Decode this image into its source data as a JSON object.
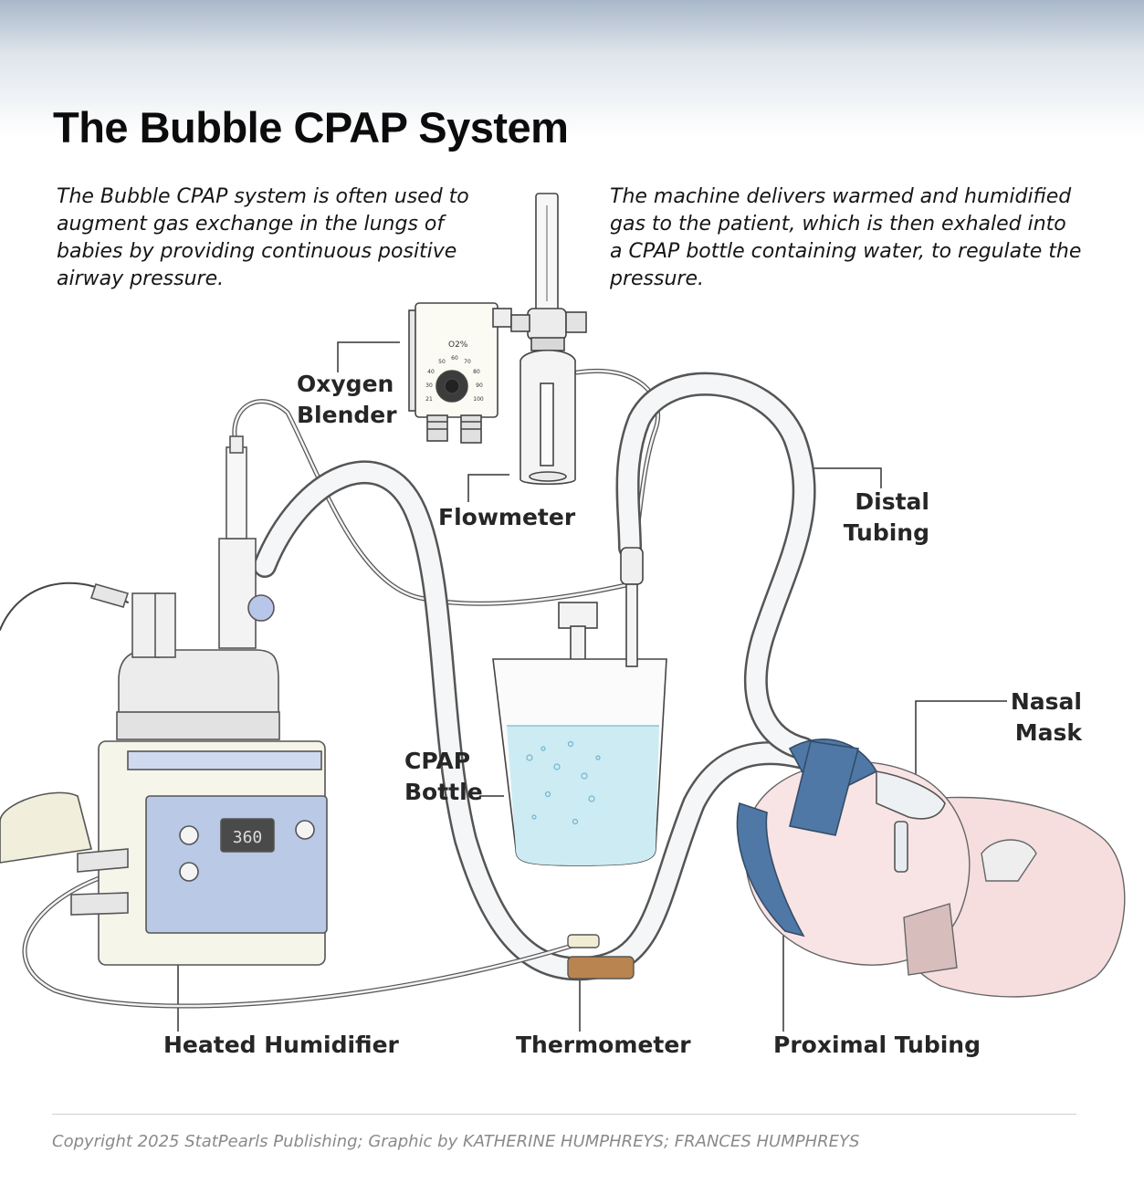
{
  "title": "The Bubble CPAP System",
  "intro": {
    "left": "The Bubble CPAP system is often used to augment gas exchange in the lungs of babies by providing continuous positive airway pressure.",
    "right": "The machine delivers warmed and humidified gas to the patient, which is then exhaled into a CPAP bottle containing water, to regulate the pressure."
  },
  "labels": {
    "oxygen_blender": [
      "Oxygen",
      "Blender"
    ],
    "flowmeter": "Flowmeter",
    "distal_tubing": [
      "Distal",
      "Tubing"
    ],
    "nasal_mask": [
      "Nasal",
      "Mask"
    ],
    "cpap_bottle": [
      "CPAP",
      "Bottle"
    ],
    "heated_humidifier": "Heated Humidifier",
    "thermometer": "Thermometer",
    "proximal_tubing": "Proximal Tubing"
  },
  "device_text": {
    "blender_unit": "O2%",
    "blender_scale": [
      "21",
      "30",
      "40",
      "50",
      "60",
      "70",
      "80",
      "90",
      "100"
    ],
    "humidifier_display": "360"
  },
  "copyright": "Copyright 2025 StatPearls Publishing; Graphic by KATHERINE HUMPHREYS; FRANCES HUMPHREYS",
  "colors": {
    "mask_strap": "#4f78a6",
    "baby_skin": "#f6dede",
    "humidifier_panel": "#b9c9e6",
    "water": "#cdebf3",
    "thermometer_band": "#b98450"
  }
}
